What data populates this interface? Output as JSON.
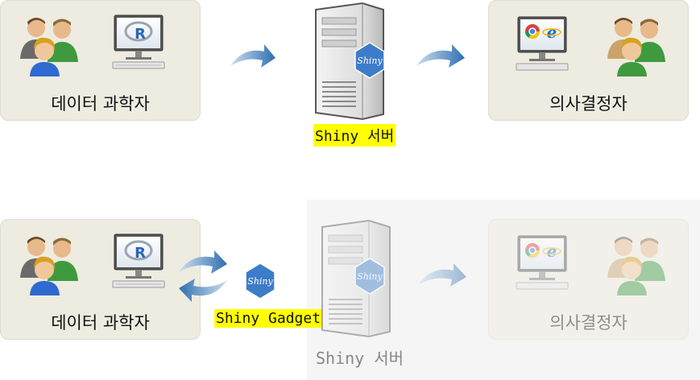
{
  "top": {
    "scientist_label": "데이터 과학자",
    "server_caption": "Shiny 서버",
    "decision_label": "의사결정자"
  },
  "bottom": {
    "scientist_label": "데이터 과학자",
    "gadget_caption": "Shiny Gadget",
    "server_caption": "Shiny 서버",
    "decision_label": "의사결정자"
  },
  "badge_text": "Shiny",
  "r_logo_text": "R",
  "colors": {
    "panel_bg": "#eeebe0",
    "highlight": "#ffff00",
    "arrow": "#4a7fb8",
    "shiny_badge": "#3d7cc9",
    "faded_area": "#f5f5f5"
  }
}
